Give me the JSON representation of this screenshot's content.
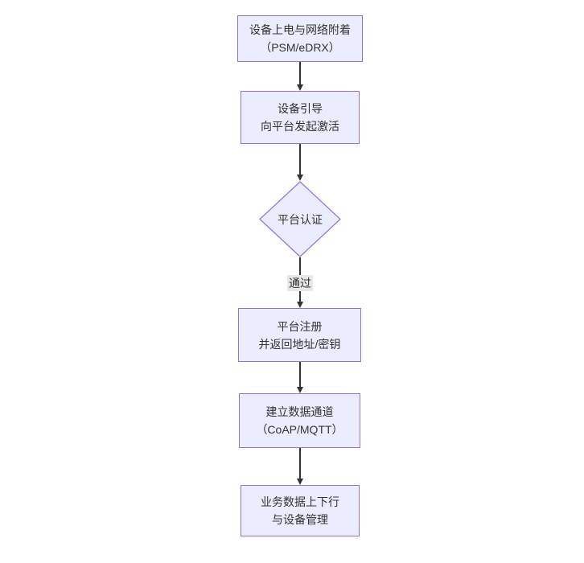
{
  "diagram": {
    "type": "flowchart",
    "direction": "top-down",
    "theme": {
      "node_fill": "#ECECFF",
      "node_border": "#9370DB",
      "text_color": "#333333",
      "edge_color": "#333333",
      "edge_label_bg": "#e8e8e8",
      "bg": "#ffffff"
    },
    "nodes": [
      {
        "shape": "rectangle",
        "lines": [
          "设备上电与网络附着",
          "（PSM/eDRX）"
        ]
      },
      {
        "shape": "rectangle",
        "lines": [
          "设备引导",
          "向平台发起激活"
        ]
      },
      {
        "shape": "diamond",
        "lines": [
          "平台认证"
        ]
      },
      {
        "shape": "rectangle",
        "lines": [
          "平台注册",
          "并返回地址/密钥"
        ]
      },
      {
        "shape": "rectangle",
        "lines": [
          "建立数据通道",
          "（CoAP/MQTT）"
        ]
      },
      {
        "shape": "rectangle",
        "lines": [
          "业务数据上下行",
          "与设备管理"
        ]
      }
    ],
    "edges": [
      {
        "label": ""
      },
      {
        "label": ""
      },
      {
        "label": "通过"
      },
      {
        "label": ""
      },
      {
        "label": ""
      }
    ]
  }
}
